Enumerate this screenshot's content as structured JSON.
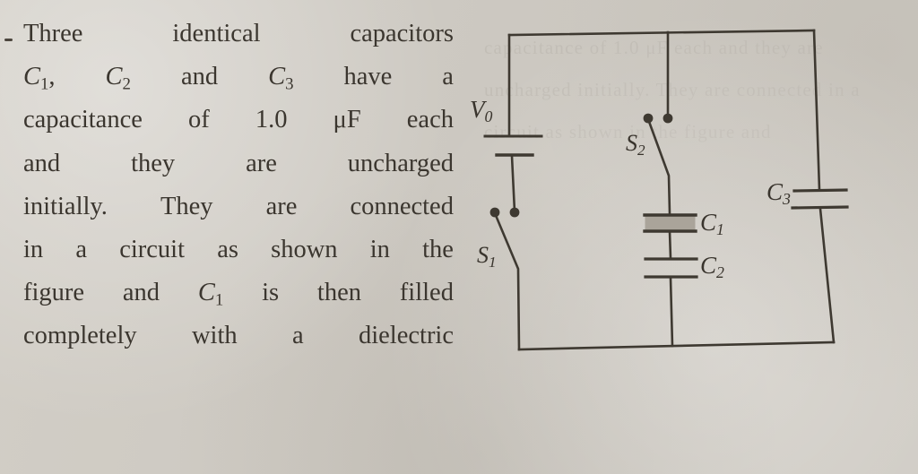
{
  "page": {
    "background_color": "#cdc9c2",
    "ink_color": "#3b362f"
  },
  "problem": {
    "bullet": "•",
    "lines": [
      "Three identical capacitors",
      "C₁, C₂ and C₃ have a",
      "capacitance of 1.0 μF each",
      "and they are uncharged",
      "initially. They are connected",
      "in a circuit as shown in the",
      "figure and C₁ is then filled",
      "completely with a dielectric"
    ],
    "line1": {
      "w1": "Three",
      "w2": "identical",
      "w3": "capacitors"
    },
    "line2": {
      "w1": "C",
      "s1": "1",
      "w1b": ",",
      "w2": "C",
      "s2": "2",
      "w3": "and",
      "w4": "C",
      "s3": "3",
      "w5": "have",
      "w6": "a"
    },
    "line3": {
      "w1": "capacitance",
      "w2": "of",
      "w3": "1.0",
      "w4": "μF",
      "w5": "each"
    },
    "line4": {
      "w1": "and",
      "w2": "they",
      "w3": "are",
      "w4": "uncharged"
    },
    "line5": {
      "w1": "initially.",
      "w2": "They",
      "w3": "are",
      "w4": "connected"
    },
    "line6": {
      "w1": "in",
      "w2": "a",
      "w3": "circuit",
      "w4": "as",
      "w5": "shown",
      "w6": "in",
      "w7": "the"
    },
    "line7": {
      "w1": "figure",
      "w2": "and",
      "w3": "C",
      "s1": "1",
      "w4": "is",
      "w5": "then",
      "w6": "filled"
    },
    "line8": {
      "w1": "completely",
      "w2": "with",
      "w3": "a",
      "w4": "dielectric"
    },
    "capacitance_value": "1.0 μF",
    "ghost_text": "capacitance of 1.0 μF each and they are uncharged initially. They are connected in a circuit as shown in the figure and"
  },
  "circuit": {
    "title": "capacitor circuit diagram",
    "components": [
      {
        "id": "V0",
        "type": "battery",
        "label": "V",
        "sub": "0",
        "note": "DC source on left branch"
      },
      {
        "id": "S1",
        "type": "switch",
        "label": "S",
        "sub": "1",
        "state": "open",
        "note": "open switch in series with battery"
      },
      {
        "id": "S2",
        "type": "switch",
        "label": "S",
        "sub": "2",
        "state": "open",
        "note": "open switch above C1"
      },
      {
        "id": "C1",
        "type": "capacitor",
        "label": "C",
        "sub": "1",
        "filled": "true",
        "note": "dielectric-filled capacitor"
      },
      {
        "id": "C2",
        "type": "capacitor",
        "label": "C",
        "sub": "2",
        "filled": "false",
        "note": "in series with C1"
      },
      {
        "id": "C3",
        "type": "capacitor",
        "label": "C",
        "sub": "3",
        "filled": "false",
        "note": "on right branch"
      }
    ],
    "labels": {
      "V0": "V",
      "V0_sub": "0",
      "S1": "S",
      "S1_sub": "1",
      "S2": "S",
      "S2_sub": "2",
      "C1": "C",
      "C1_sub": "1",
      "C2": "C",
      "C2_sub": "2",
      "C3": "C",
      "C3_sub": "3"
    }
  }
}
